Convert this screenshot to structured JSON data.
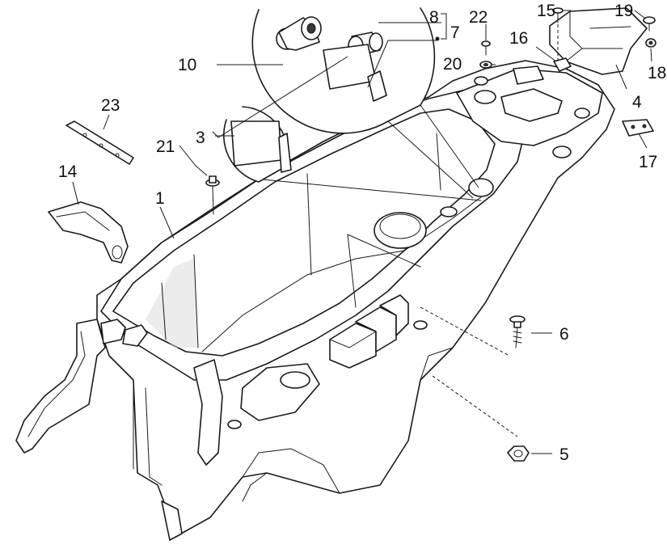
{
  "callouts": {
    "c1": "1",
    "c3": "3",
    "c4": "4",
    "c5": "5",
    "c6": "6",
    "c7": "7",
    "c8": "8",
    "c10": "10",
    "c14": "14",
    "c15": "15",
    "c16": "16",
    "c17": "17",
    "c18": "18",
    "c19": "19",
    "c20": "20",
    "c21": "21",
    "c22": "22",
    "c23": "23"
  },
  "colors": {
    "line": "#1a1a1a",
    "background": "#ffffff",
    "shade": "#d9d9d9"
  }
}
